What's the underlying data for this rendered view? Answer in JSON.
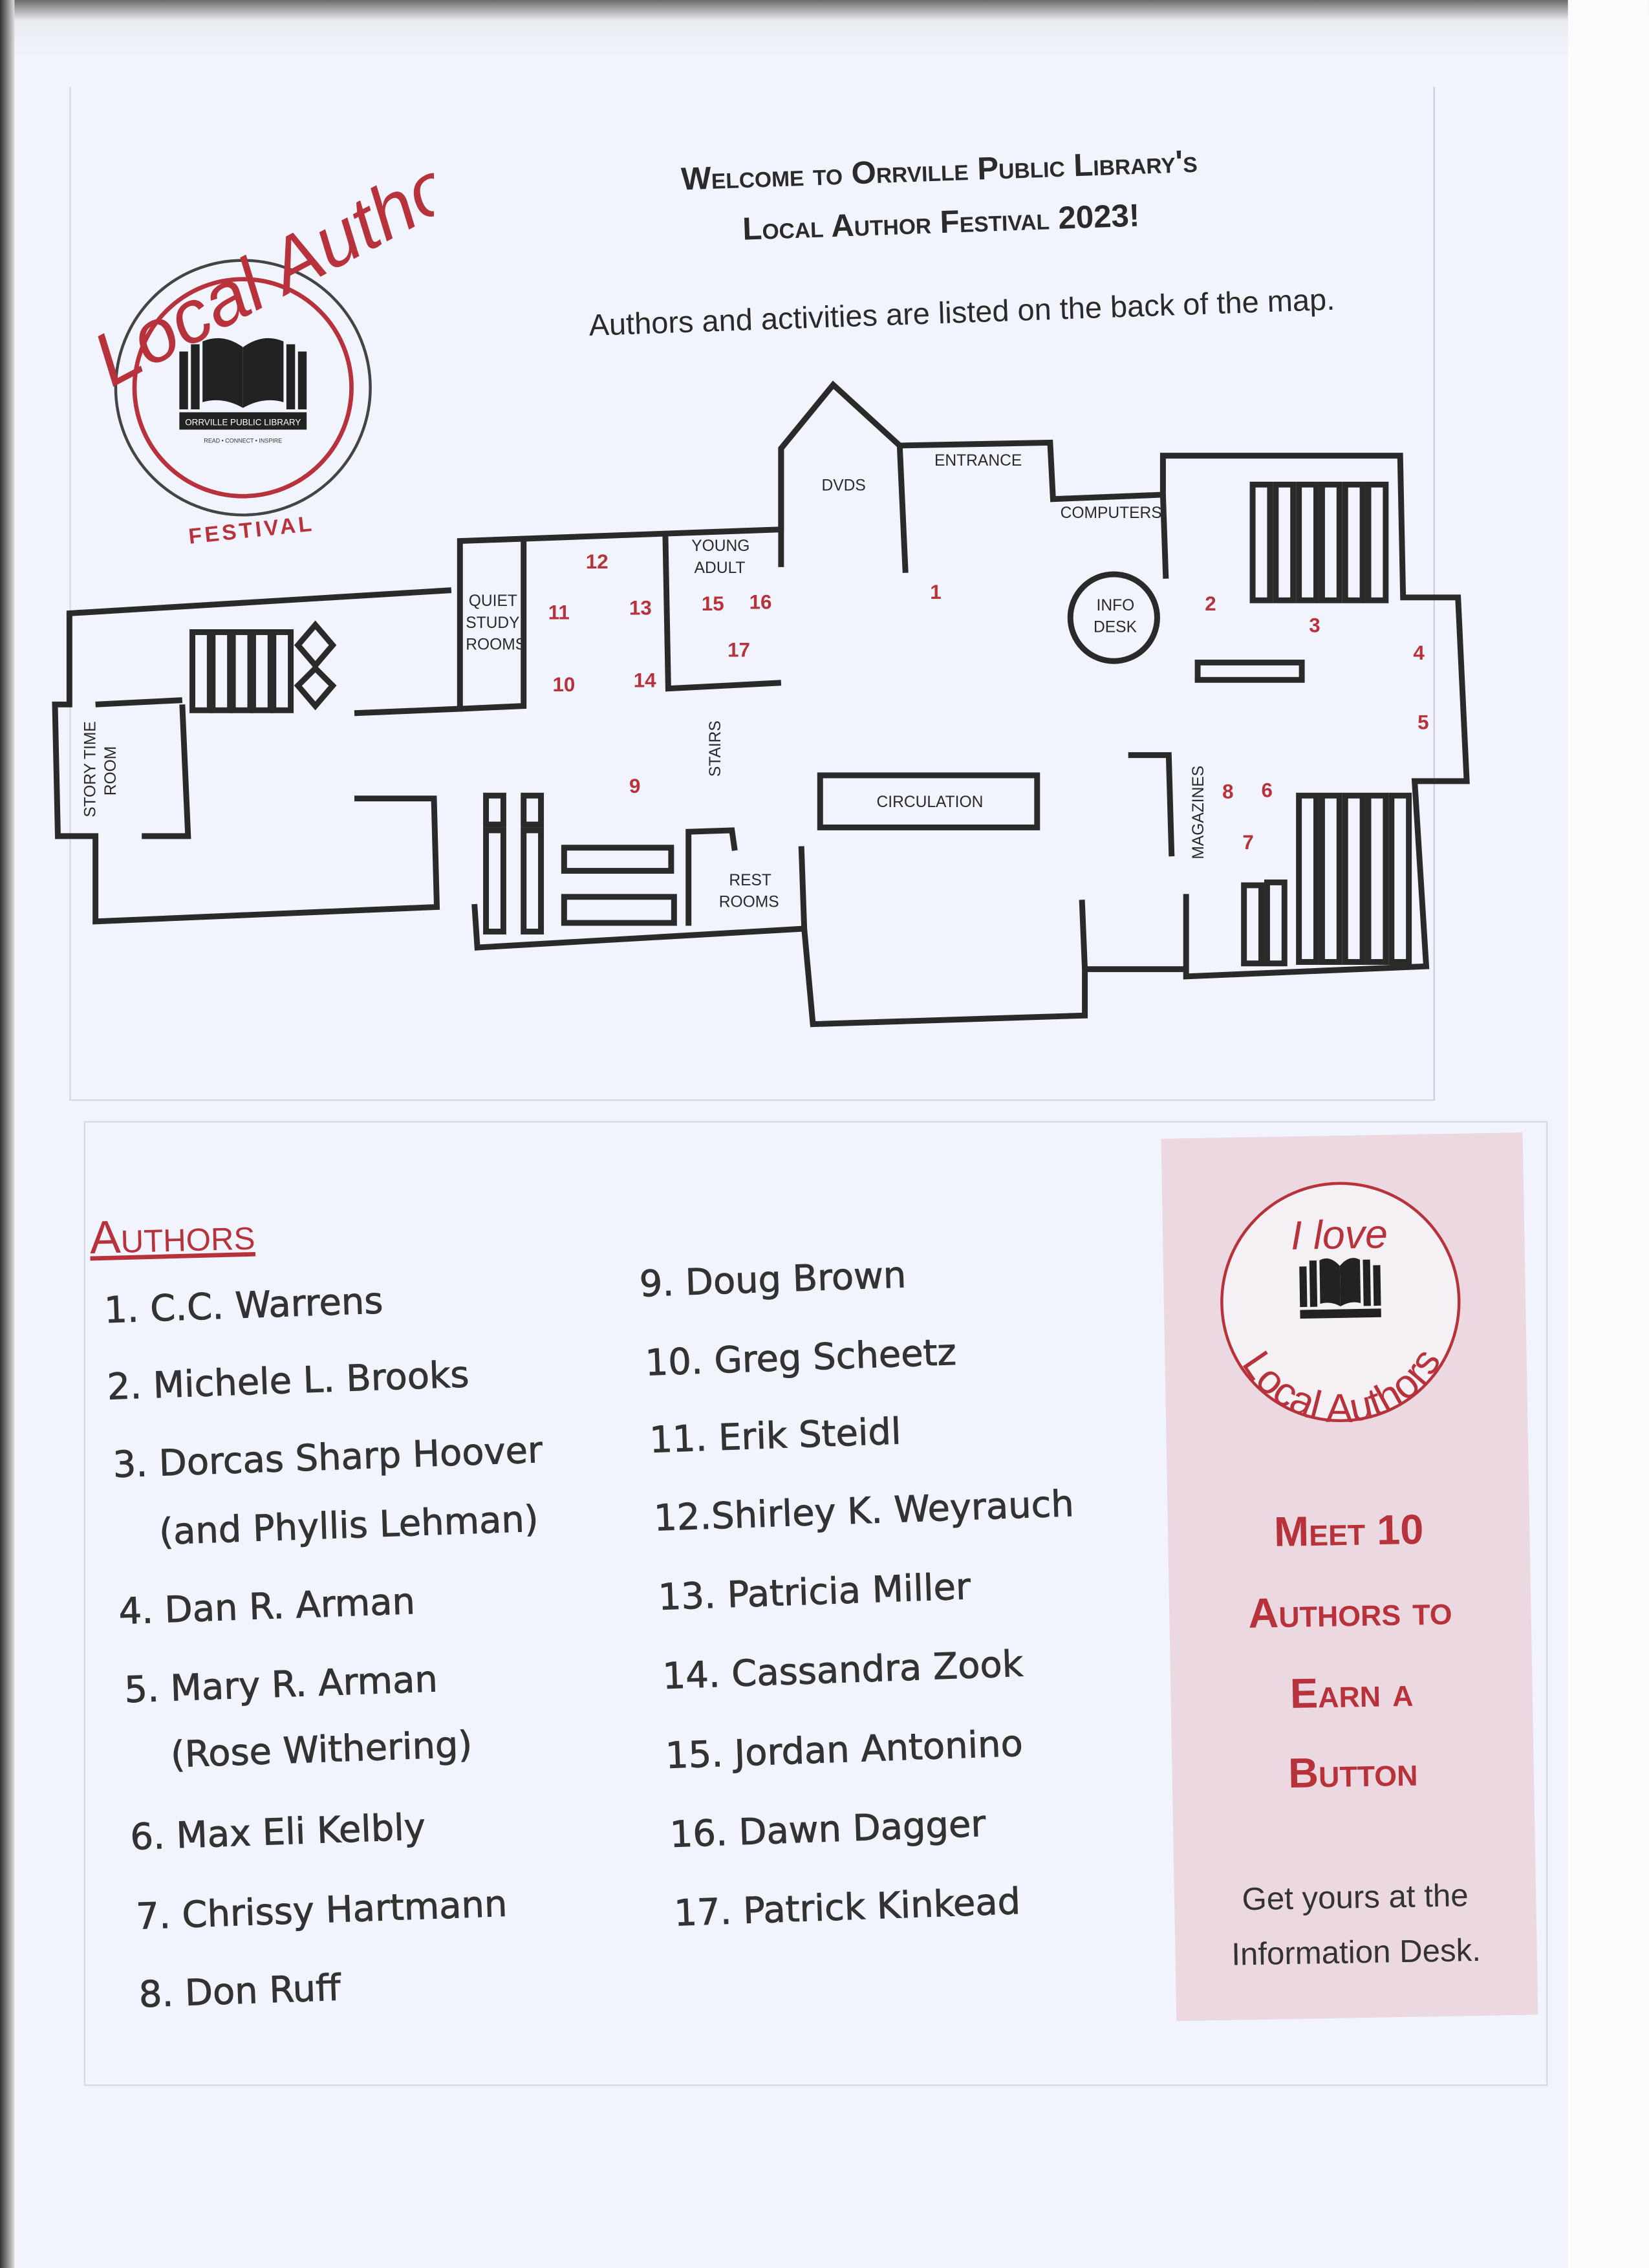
{
  "header": {
    "line1": "Welcome to Orrville Public Library's",
    "line2": "Local Author Festival 2023!",
    "subtitle": "Authors and activities are listed on the back of the map."
  },
  "logo": {
    "script": "Local Author",
    "library": "ORRVILLE PUBLIC LIBRARY",
    "tagline": "READ • CONNECT • INSPIRE",
    "festival": "FESTIVAL"
  },
  "map": {
    "rooms": {
      "story_time_1": "STORY TIME",
      "story_time_2": "ROOM",
      "quiet_1": "QUIET",
      "quiet_2": "STUDY",
      "quiet_3": "ROOMS",
      "young_1": "YOUNG",
      "young_2": "ADULT",
      "dvds": "DVDS",
      "entrance": "ENTRANCE",
      "computers": "COMPUTERS",
      "info_1": "INFO",
      "info_2": "DESK",
      "stairs": "STAIRS",
      "circulation": "CIRCULATION",
      "rest_1": "REST",
      "rest_2": "ROOMS",
      "magazines": "MAGAZINES"
    },
    "markers": [
      "1",
      "2",
      "3",
      "4",
      "5",
      "6",
      "7",
      "8",
      "9",
      "10",
      "11",
      "12",
      "13",
      "14",
      "15",
      "16",
      "17"
    ]
  },
  "authors": {
    "title": "Authors",
    "items": [
      "1. C.C. Warrens",
      "2. Michele L. Brooks",
      "3. Dorcas Sharp Hoover",
      "(and Phyllis Lehman)",
      "4. Dan R. Arman",
      "5. Mary R. Arman",
      "(Rose Withering)",
      "6. Max Eli Kelbly",
      "7. Chrissy Hartmann",
      "8. Don Ruff",
      "9. Doug Brown",
      "10. Greg Scheetz",
      "11. Erik Steidl",
      "12.Shirley K. Weyrauch",
      "13. Patricia Miller",
      "14. Cassandra Zook",
      "15. Jordan Antonino",
      "16. Dawn Dagger",
      "17. Patrick Kinkead"
    ]
  },
  "promo": {
    "badge_top": "I love",
    "badge_bottom": "Local Authors",
    "lines": [
      "Meet 10",
      "Authors to",
      "Earn a",
      "Button"
    ],
    "note_1": "Get yours at the",
    "note_2": "Information Desk."
  },
  "colors": {
    "accent": "#b8323c",
    "panel": "#ecd8e0",
    "wall": "#2a2a2a"
  }
}
